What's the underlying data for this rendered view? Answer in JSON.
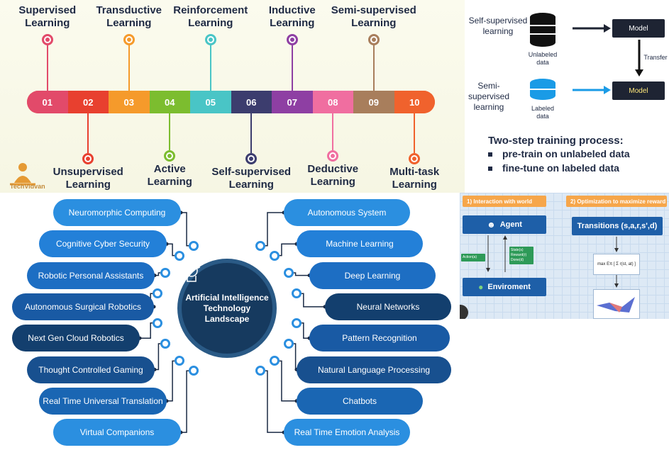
{
  "timeline": {
    "items": [
      {
        "num": "01",
        "label": "Supervised\nLearning",
        "pos": "top",
        "color": "#e24a6a"
      },
      {
        "num": "02",
        "label": "Unsupervised\nLearning",
        "pos": "bottom",
        "color": "#e8402f"
      },
      {
        "num": "03",
        "label": "Transductive\nLearning",
        "pos": "top",
        "color": "#f59a2b"
      },
      {
        "num": "04",
        "label": "Active\nLearning",
        "pos": "bottom",
        "color": "#7cbd2f"
      },
      {
        "num": "05",
        "label": "Reinforcement\nLearning",
        "pos": "top",
        "color": "#49c5c6"
      },
      {
        "num": "06",
        "label": "Self-supervised\nLearning",
        "pos": "bottom",
        "color": "#3c3d6e"
      },
      {
        "num": "07",
        "label": "Inductive\nLearning",
        "pos": "top",
        "color": "#8e3fa3"
      },
      {
        "num": "08",
        "label": "Deductive\nLearning",
        "pos": "bottom",
        "color": "#f06ea0"
      },
      {
        "num": "09",
        "label": "Semi-supervised\nLearning",
        "pos": "top",
        "color": "#a87e5c"
      },
      {
        "num": "10",
        "label": "Multi-task\nLearning",
        "pos": "bottom",
        "color": "#f0622d"
      }
    ],
    "brand": "TechVidvan"
  },
  "ssl": {
    "self_label": "Self-supervised\nlearning",
    "semi_label": "Semi-\nsupervised\nlearning",
    "unlabeled": "Unlabeled\ndata",
    "labeled": "Labeled\ndata",
    "model": "Model",
    "transfer": "Transfer",
    "title": "Two-step training process:",
    "bullets": [
      "pre-train on unlabeled data",
      "fine-tune on labeled data"
    ],
    "colors": {
      "dark": "#1e2433",
      "blue": "#1a9be6"
    }
  },
  "ai_landscape": {
    "center": "Artificial Intelligence\nTechnology\nLandscape",
    "left": [
      {
        "label": "Neuromorphic Computing",
        "color": "#2b8fe0"
      },
      {
        "label": "Cognitive Cyber Security",
        "color": "#2380d8"
      },
      {
        "label": "Robotic Personal Assistants",
        "color": "#1d6ec3"
      },
      {
        "label": "Autonomous Surgical Robotics",
        "color": "#195aa4"
      },
      {
        "label": "Next Gen Cloud Robotics",
        "color": "#133f6e"
      },
      {
        "label": "Thought Controlled Gaming",
        "color": "#18508f"
      },
      {
        "label": "Real Time Universal Translation",
        "color": "#1a66b3"
      },
      {
        "label": "Virtual Companions",
        "color": "#2b8fe0"
      }
    ],
    "right": [
      {
        "label": "Autonomous System",
        "color": "#2b8fe0"
      },
      {
        "label": "Machine Learning",
        "color": "#2380d8"
      },
      {
        "label": "Deep Learning",
        "color": "#1d6ec3"
      },
      {
        "label": "Neural Networks",
        "color": "#133f6e"
      },
      {
        "label": "Pattern Recognition",
        "color": "#195aa4"
      },
      {
        "label": "Natural Language Processing",
        "color": "#18508f"
      },
      {
        "label": "Chatbots",
        "color": "#1a66b3"
      },
      {
        "label": "Real Time Emotion Analysis",
        "color": "#2b8fe0"
      }
    ]
  },
  "rl": {
    "step1": "1) Interaction with world",
    "step2": "2) Optimization to maximize reward",
    "agent": "Agent",
    "environment": "Enviroment",
    "action": "Action(a)",
    "state": "State(s)\nReward(r)\nDone(d)",
    "transitions": "Transitions (s,a,r,s',d)",
    "formula": "max Eπ [ Σ r(st, at) ]"
  }
}
